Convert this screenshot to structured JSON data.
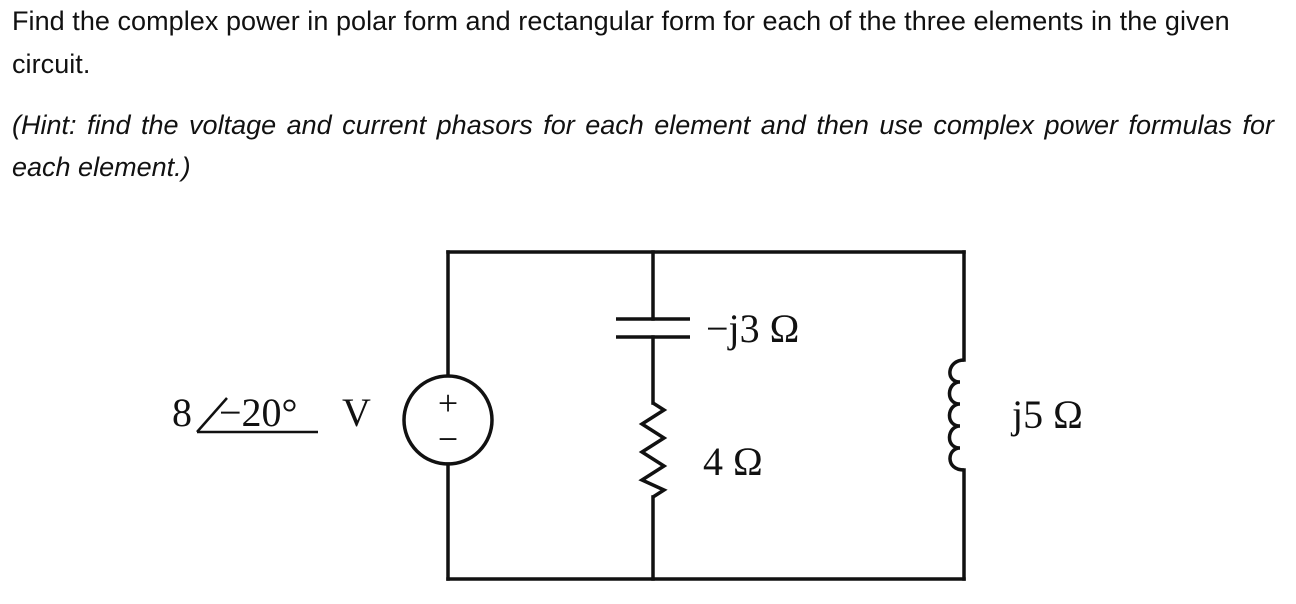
{
  "problem": {
    "question": "Find the complex power in polar form and rectangular form for each of the three elements in the given circuit.",
    "hint": "(Hint: find the voltage and current phasors for each element and then use complex power formulas for each element.)"
  },
  "circuit": {
    "source_label": {
      "magnitude": "8",
      "angle": "−20°",
      "unit": "V"
    },
    "source_polarity": {
      "plus": "+",
      "minus": "−"
    },
    "capacitor_label": "−j3 Ω",
    "resistor_label": "4 Ω",
    "inductor_label": "j5 Ω"
  }
}
